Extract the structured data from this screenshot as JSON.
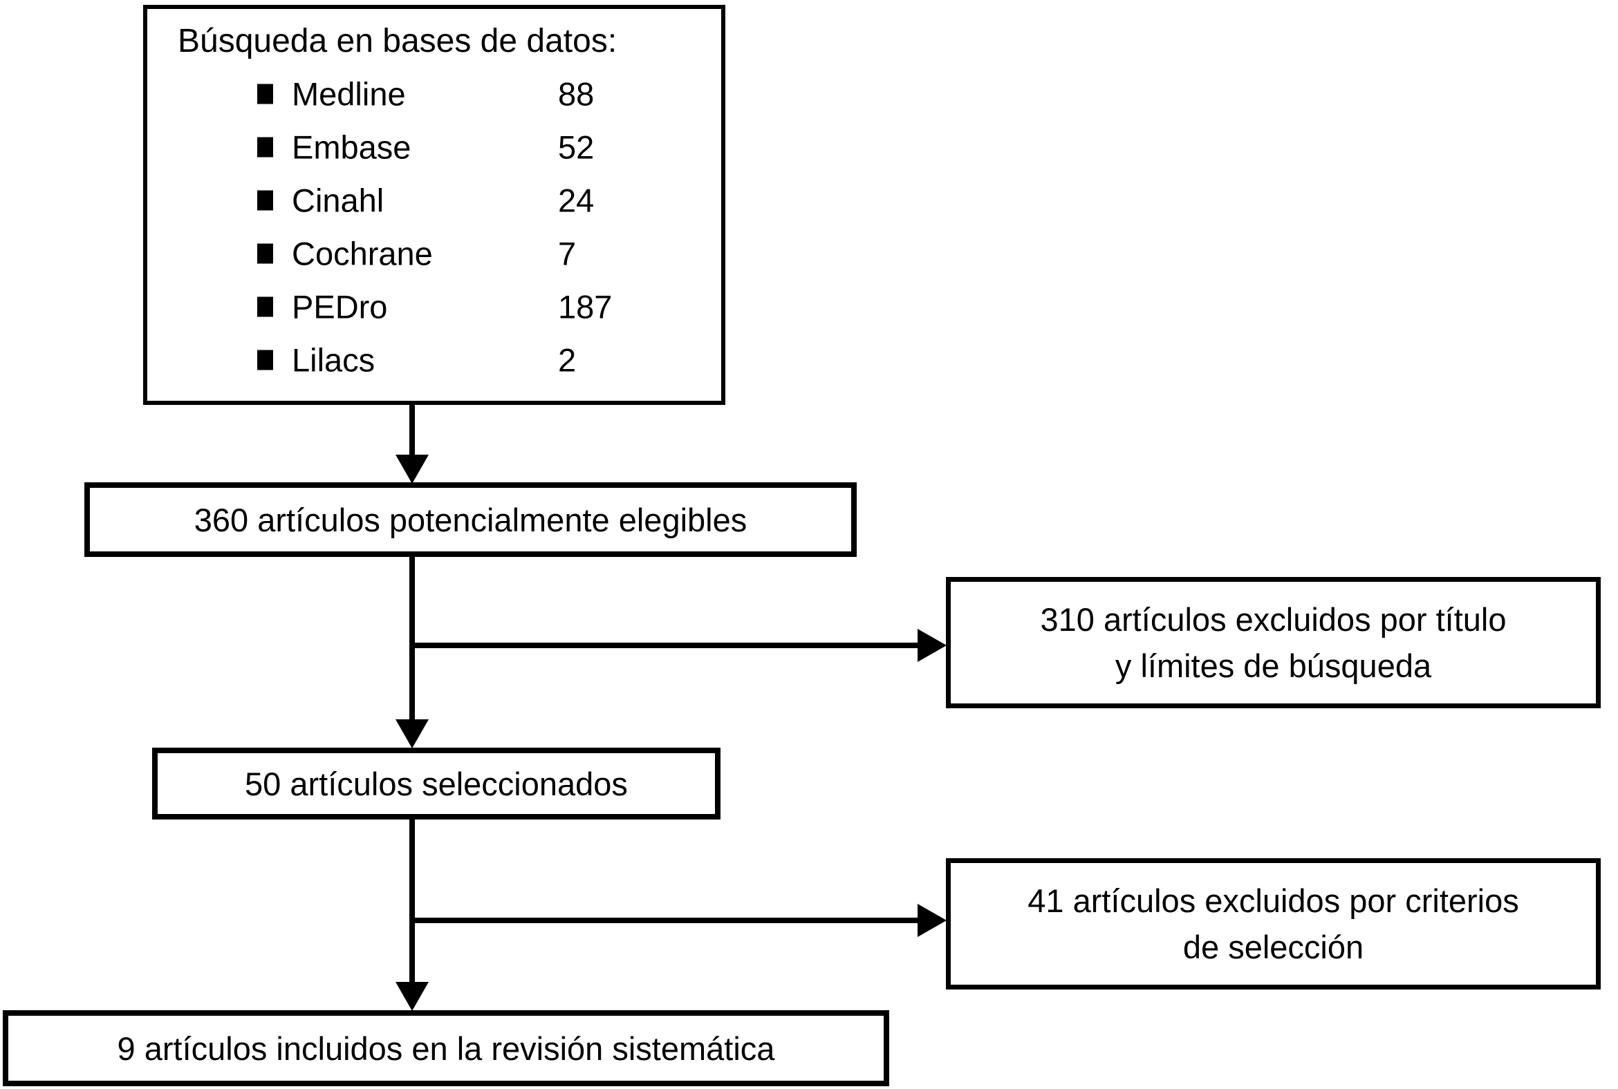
{
  "colors": {
    "ink": "#000000",
    "paper": "#ffffff"
  },
  "search": {
    "title": "Búsqueda en bases de datos:",
    "databases": [
      {
        "name": "Medline",
        "count": "88"
      },
      {
        "name": "Embase",
        "count": "52"
      },
      {
        "name": "Cinahl",
        "count": "24"
      },
      {
        "name": "Cochrane",
        "count": "7"
      },
      {
        "name": "PEDro",
        "count": "187"
      },
      {
        "name": "Lilacs",
        "count": "2"
      }
    ]
  },
  "flow": {
    "eligible": "360 artículos potencialmente elegibles",
    "excluded_title_line1": "310 artículos excluidos por título",
    "excluded_title_line2": "y límites de búsqueda",
    "selected": "50 artículos seleccionados",
    "excluded_criteria_line1": "41 artículos excluidos por criterios",
    "excluded_criteria_line2": "de selección",
    "included": "9 artículos incluidos en la revisión sistemática"
  }
}
